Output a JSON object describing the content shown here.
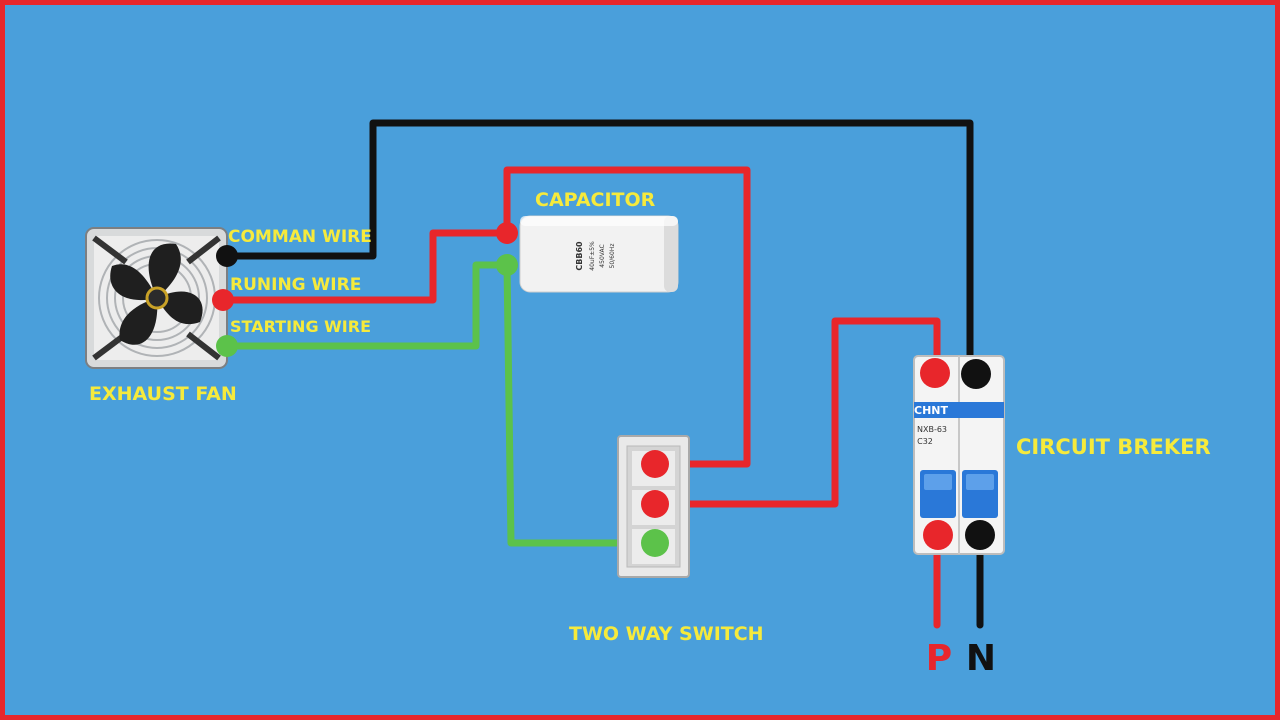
{
  "labels": {
    "exhaust_fan": "EXHAUST FAN",
    "common_wire": "COMMAN WIRE",
    "running_wire": "RUNING WIRE",
    "starting_wire": "STARTING WIRE",
    "capacitor": "CAPACITOR",
    "two_way_switch": "TWO WAY SWITCH",
    "circuit_breaker": "CIRCUIT BREKER",
    "phase": "P",
    "neutral": "N"
  },
  "capacitor_markings": {
    "model": "CBB60",
    "line1": "40uF±5%",
    "line2": "450VAC",
    "line3": "50/60Hz"
  },
  "breaker_markings": {
    "brand": "CHNT",
    "model": "NXB-63",
    "rating": "C32"
  },
  "colors": {
    "background": "#4a9fdb",
    "border": "#e8262b",
    "label": "#f6ea3c",
    "wire_black": "#111111",
    "wire_red": "#e8262b",
    "wire_green": "#5cc24a",
    "breaker_blue": "#2a78d8"
  }
}
